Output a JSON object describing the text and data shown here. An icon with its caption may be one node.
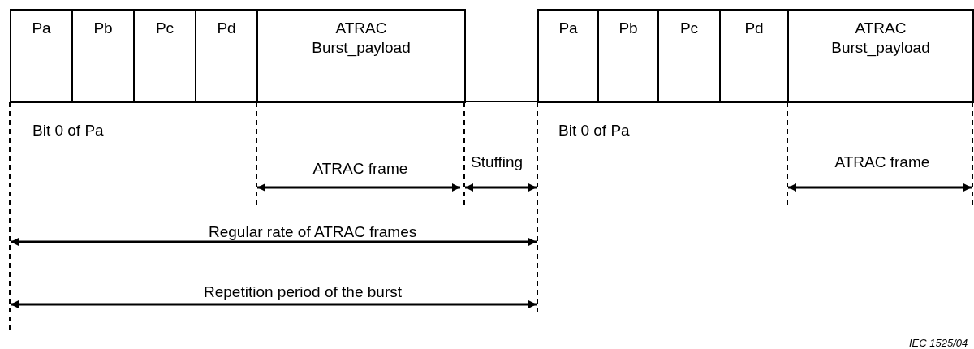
{
  "diagram": {
    "nodes": [
      {
        "text": [
          "Pa"
        ]
      },
      {
        "text": [
          "Pb"
        ]
      },
      {
        "text": [
          "Pc"
        ]
      },
      {
        "text": [
          "Pd"
        ]
      },
      {
        "text": [
          "ATRAC Burst_payload"
        ]
      },
      {
        "text": [
          "Pa"
        ]
      },
      {
        "text": [
          "Pb"
        ]
      },
      {
        "text": [
          "Pc"
        ]
      },
      {
        "text": [
          "Pd"
        ]
      },
      {
        "text": [
          "ATRAC Burst_payload"
        ]
      }
    ],
    "labels": [
      "Bit 0 of Pa",
      "Bit 0 of Pa",
      "ATRAC frame",
      "Stuffing",
      "ATRAC frame",
      "Regular rate of ATRAC frames",
      "Repetition period of the burst",
      "IEC 1525/04"
    ]
  }
}
